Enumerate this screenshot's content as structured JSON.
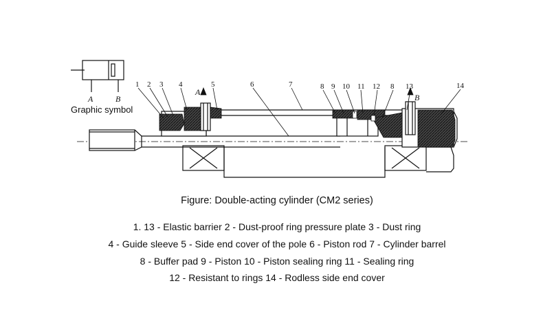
{
  "graphic_symbol": {
    "label": "Graphic symbol",
    "port_a": "A",
    "port_b": "B"
  },
  "drawing_ports": {
    "a": "A",
    "b": "B"
  },
  "callouts": [
    "1",
    "2",
    "3",
    "4",
    "5",
    "6",
    "7",
    "8",
    "9",
    "10",
    "11",
    "12",
    "8",
    "13",
    "14"
  ],
  "caption": "Figure: Double-acting cylinder (CM2 series)",
  "legend": [
    "1. 13 - Elastic barrier  2 - Dust-proof ring pressure plate 3 - Dust ring",
    "4 - Guide sleeve  5 - Side end cover of the pole 6 - Piston rod 7 - Cylinder barrel",
    "8 - Buffer pad  9 - Piston 10 - Piston sealing ring 11 - Sealing ring",
    "12 - Resistant to rings 14 - Rodless side end cover"
  ],
  "colors": {
    "ink": "#111111",
    "hatch": "#333333",
    "background": "#ffffff"
  }
}
